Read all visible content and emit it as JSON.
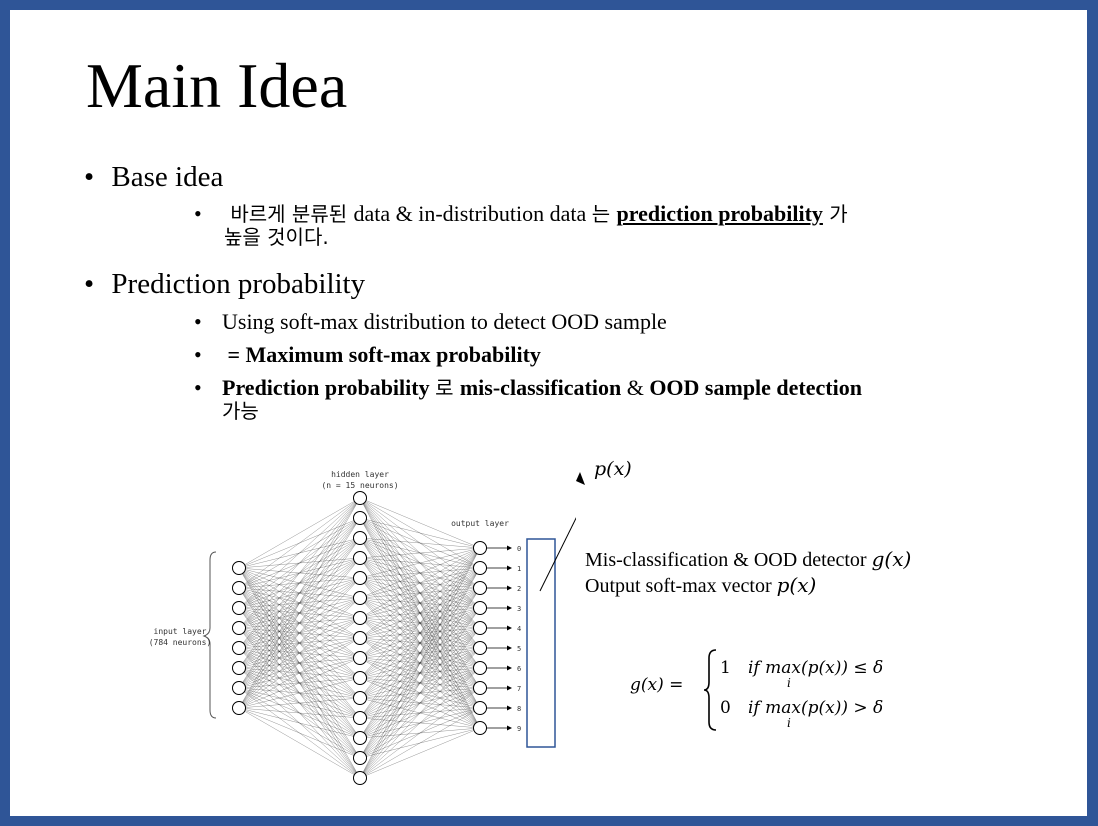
{
  "slide": {
    "title": "Main Idea",
    "bullets": [
      {
        "text": "Base idea",
        "sub": [
          {
            "pre": " 바르게 분류된 ",
            "mid": "data & in-distribution data ",
            "ko2": "는 ",
            "emph": "prediction probability",
            "post": " 가",
            "line2": "높을 것이다."
          }
        ]
      },
      {
        "text": "Prediction probability",
        "sub": [
          {
            "text": "Using soft-max distribution to detect OOD sample"
          },
          {
            "text": " = Maximum soft-max probability"
          },
          {
            "a": "Prediction probability ",
            "ko": "로 ",
            "b": "mis-classification ",
            "c": "& ",
            "d": "OOD sample detection",
            "line2": "가능"
          }
        ]
      }
    ],
    "bullet_char": "•"
  },
  "network": {
    "hidden_label_1": "hidden layer",
    "hidden_label_2": "(n = 15 neurons)",
    "output_label": "output layer",
    "input_label_1": "input layer",
    "input_label_2": "(784 neurons)",
    "output_digits": [
      "0",
      "1",
      "2",
      "3",
      "4",
      "5",
      "6",
      "7",
      "8",
      "9"
    ],
    "input_count": 8,
    "hidden_count": 15,
    "output_count": 10,
    "highlight_color": "#2f5597"
  },
  "annotation": {
    "p_label": "p(x)",
    "detector_line_1": "Mis-classification & OOD detector ",
    "detector_line_1_math": "g(x)",
    "detector_line_2": "Output soft-max vector ",
    "detector_line_2_math": "p(x)"
  },
  "formula": {
    "lhs": "g(x) =",
    "case1_value": "1",
    "case1_cond": "if max(p(x)) ≤ δ",
    "case2_value": "0",
    "case2_cond": "if max(p(x)) > δ",
    "sub_i": "i"
  }
}
